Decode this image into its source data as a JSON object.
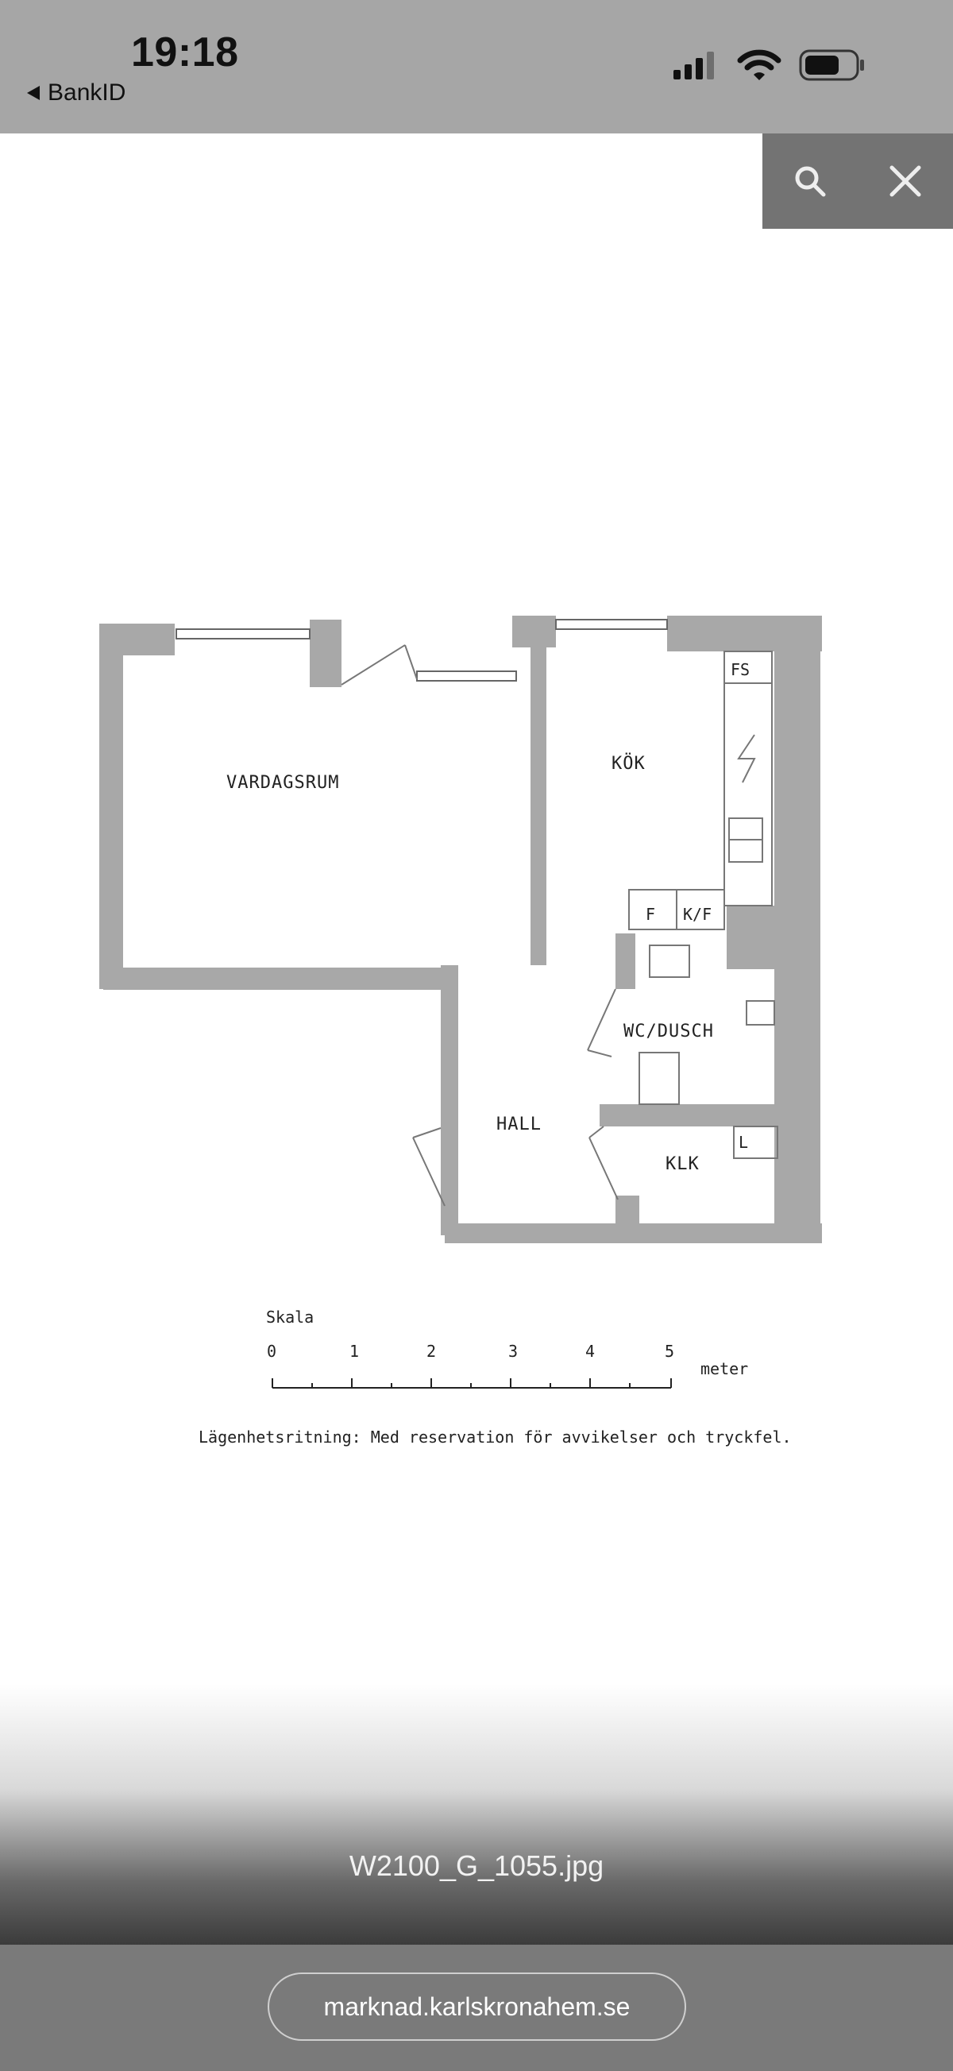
{
  "status_bar": {
    "time": "19:18",
    "back_app": "BankID",
    "icons": [
      "cellular-signal-icon",
      "wifi-icon",
      "battery-icon"
    ]
  },
  "viewer_toolbar": {
    "buttons": [
      "search-icon",
      "close-icon"
    ]
  },
  "floor_plan": {
    "rooms": {
      "vardagsrum": "VARDAGSRUM",
      "kok": "KÖK",
      "hall": "HALL",
      "wc_dusch": "WC/DUSCH",
      "klk": "KLK"
    },
    "fixtures": {
      "fs": "FS",
      "f": "F",
      "kf": "K/F",
      "l": "L"
    },
    "scale": {
      "title": "Skala",
      "ticks": [
        "0",
        "1",
        "2",
        "3",
        "4",
        "5"
      ],
      "unit": "meter"
    },
    "disclaimer": "Lägenhetsritning: Med reservation för avvikelser och tryckfel."
  },
  "caption": {
    "filename": "W2100_G_1055.jpg"
  },
  "browser": {
    "url": "marknad.karlskronahem.se"
  }
}
